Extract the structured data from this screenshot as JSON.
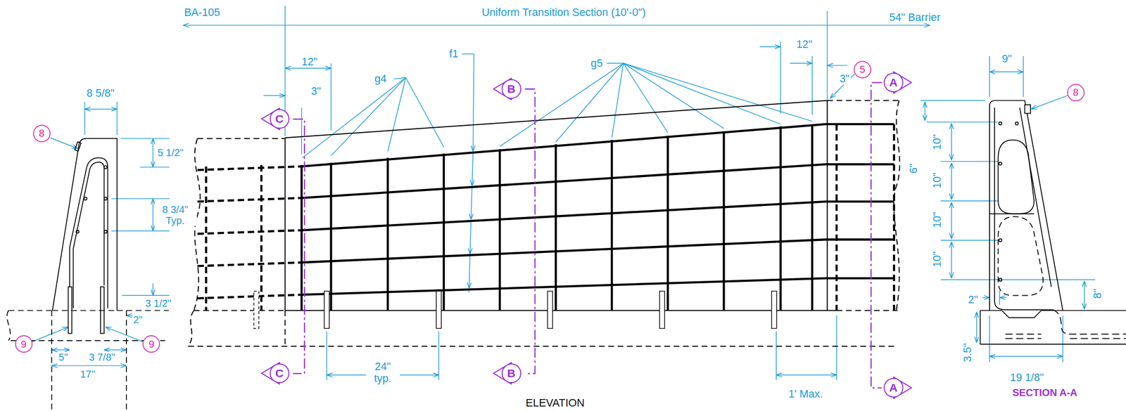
{
  "diagram": {
    "nodes": [
      {
        "text": [
          "5"
        ]
      },
      {
        "text": [
          "A"
        ]
      },
      {
        "text": [
          "B"
        ]
      },
      {
        "text": [
          "8"
        ]
      },
      {
        "text": [
          "C"
        ]
      },
      {
        "text": [
          "8"
        ]
      },
      {
        "text": [
          "9"
        ]
      },
      {
        "text": [
          "9"
        ]
      },
      {
        "text": [
          "C"
        ]
      },
      {
        "text": [
          "B"
        ]
      },
      {
        "text": [
          "A"
        ]
      }
    ],
    "labels": [
      "BA-105",
      "Uniform Transition Section (10'-0\")",
      "54\" Barrier",
      "12\"",
      "3\"",
      "g4",
      "f1",
      "g5",
      "12\"",
      "3\"",
      "8 5/8\"",
      "5 1/2\"",
      "8 3/4\" Typ.",
      "3 1/2\"",
      "2\"",
      "5\"",
      "3 7/8\"",
      "17\"",
      "24\" typ.",
      "1' Max.",
      "ELEVATION",
      "9\"",
      "6\"",
      "10\"",
      "10\"",
      "10\"",
      "10\"",
      "8\"",
      "2\"",
      "3.5\"",
      "19 1/8\"",
      "SECTION A-A"
    ]
  }
}
